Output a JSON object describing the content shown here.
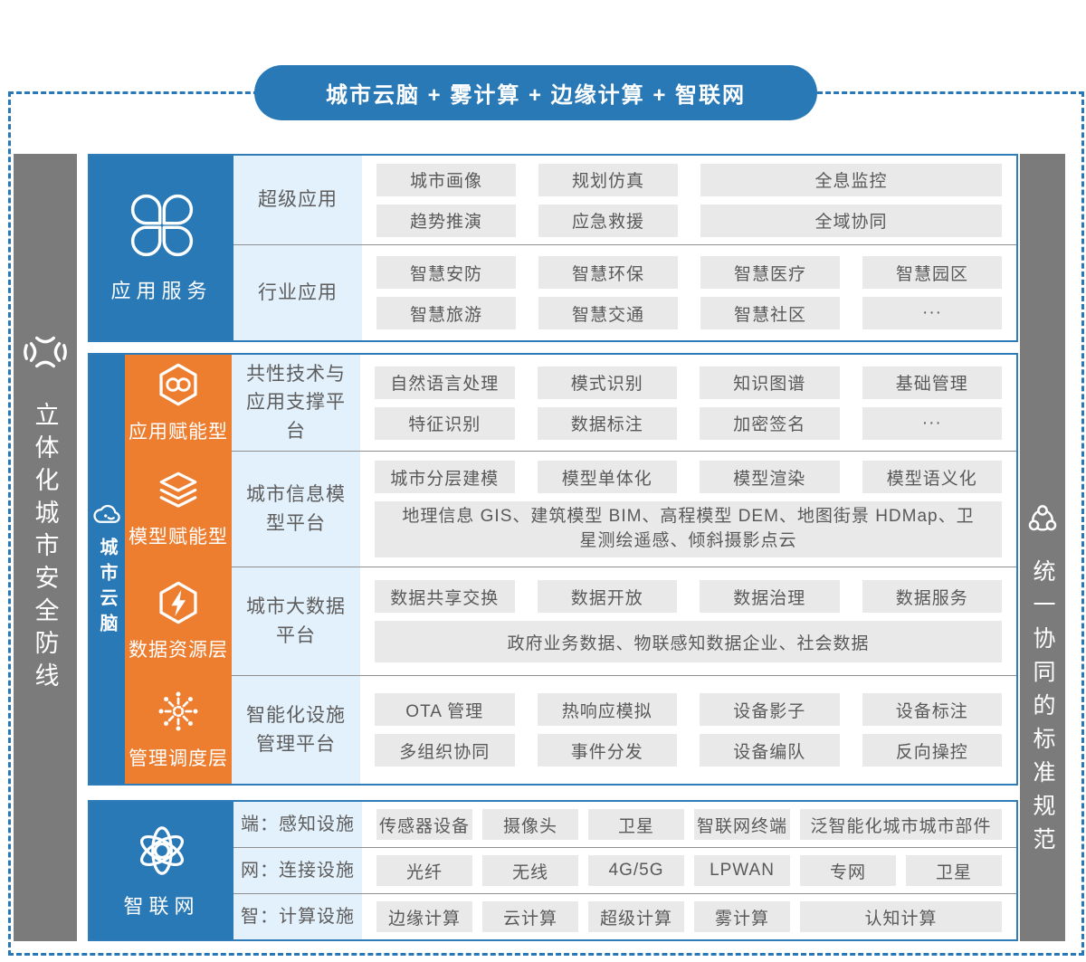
{
  "banner": {
    "label": "城市云脑 + 雾计算 + 边缘计算 + 智联网"
  },
  "left_bar": {
    "label": "立体化城市安全防线"
  },
  "right_bar": {
    "label": "统一协同的标准规范"
  },
  "app_services": {
    "title": "应用服务",
    "rows": [
      {
        "label": "超级应用",
        "chips": [
          "城市画像",
          "规划仿真",
          "全息监控",
          "趋势推演",
          "应急救援",
          "全域协同"
        ]
      },
      {
        "label": "行业应用",
        "chips": [
          "智慧安防",
          "智慧环保",
          "智慧医疗",
          "智慧园区",
          "智慧旅游",
          "智慧交通",
          "智慧社区",
          "···"
        ]
      }
    ]
  },
  "city_brain": {
    "title": "城市云脑",
    "rows": [
      {
        "layer": "应用赋能型",
        "platform": "共性技术与应用支撑平台",
        "chips": [
          "自然语言处理",
          "模式识别",
          "知识图谱",
          "基础管理",
          "特征识别",
          "数据标注",
          "加密签名",
          "···"
        ]
      },
      {
        "layer": "模型赋能型",
        "platform": "城市信息模型平台",
        "chips": [
          "城市分层建模",
          "模型单体化",
          "模型渲染",
          "模型语义化",
          "地理信息 GIS、建筑模型 BIM、高程模型 DEM、地图街景 HDMap、卫星测绘遥感、倾斜摄影点云"
        ]
      },
      {
        "layer": "数据资源层",
        "platform": "城市大数据平台",
        "chips": [
          "数据共享交换",
          "数据开放",
          "数据治理",
          "数据服务",
          "政府业务数据、物联感知数据企业、社会数据"
        ]
      },
      {
        "layer": "管理调度层",
        "platform": "智能化设施管理平台",
        "chips": [
          "OTA 管理",
          "热响应模拟",
          "设备影子",
          "设备标注",
          "多组织协同",
          "事件分发",
          "设备编队",
          "反向操控"
        ]
      }
    ]
  },
  "iot": {
    "title": "智联网",
    "rows": [
      {
        "label": "端：感知设施",
        "chips": [
          "传感器设备",
          "摄像头",
          "卫星",
          "智联网终端",
          "泛智能化城市城市部件"
        ]
      },
      {
        "label": "网：连接设施",
        "chips": [
          "光纤",
          "无线",
          "4G/5G",
          "LPWAN",
          "专网",
          "卫星"
        ]
      },
      {
        "label": "智：计算设施",
        "chips": [
          "边缘计算",
          "云计算",
          "超级计算",
          "雾计算",
          "认知计算"
        ]
      }
    ]
  },
  "icons": {
    "app_services": "clover-icon",
    "city_brain": "cloud-icon",
    "app_enable": "link-hexagon-icon",
    "model_enable": "layers-icon",
    "data_layer": "lightning-hexagon-icon",
    "manage_layer": "hub-network-icon",
    "iot": "atom-icon",
    "left_bar": "security-burst-icon",
    "right_bar": "standard-nodes-icon"
  },
  "colors": {
    "primary_blue": "#2a79b7",
    "orange": "#ee7e2f",
    "label_light_blue": "#e3f1fc",
    "chip_gray": "#e9e9e9",
    "chip_text": "#595959",
    "sidebar_gray": "#7b7b7b",
    "dashed_border": "#2878b8"
  }
}
